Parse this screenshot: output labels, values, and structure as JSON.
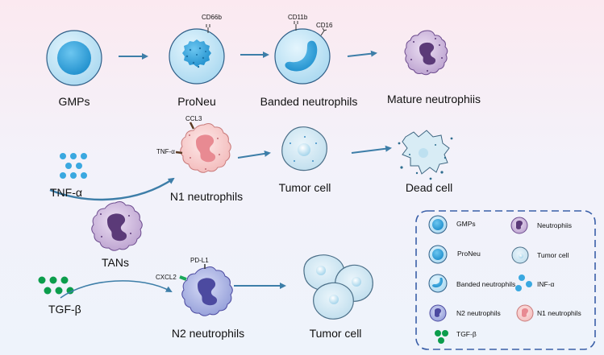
{
  "labels": {
    "gmps": "GMPs",
    "proneu": "ProNeu",
    "banded": "Banded neutrophils",
    "mature": "Mature neutrophiis",
    "cd66b": "CD66b",
    "cd11b": "CD11b",
    "cd16": "CD16",
    "ccl3": "CCL3",
    "tnf_marker": "TNF-α",
    "tnf_alpha": "TNF-α",
    "n1": "N1 neutrophils",
    "tumor_cell_1": "Tumor cell",
    "dead_cell": "Dead cell",
    "tans": "TANs",
    "pdl1": "PD-L1",
    "cxcl2": "CXCL2",
    "tgf_beta": "TGF-β",
    "n2": "N2 neutrophils",
    "tumor_cell_2": "Tumor cell"
  },
  "legend": {
    "items": [
      {
        "label": "GMPs"
      },
      {
        "label": "Neutrophiis"
      },
      {
        "label": "ProNeu"
      },
      {
        "label": "Tumor cell"
      },
      {
        "label": "Banded neutrophils"
      },
      {
        "label": "INF-α"
      },
      {
        "label": "N2 neutrophils"
      },
      {
        "label": "N1 neutrophils"
      },
      {
        "label": "TGF-β"
      }
    ]
  },
  "colors": {
    "cell_blue": "#bfe3f5",
    "nucleus_blue": "#2ea3dc",
    "mature_purple": "#cdb4dc",
    "nucleus_purple": "#5b3a78",
    "n1_pink": "#f8cfcf",
    "n1_nucleus": "#e88a92",
    "n2_blue": "#a9b3e4",
    "n2_nucleus": "#4c4aa0",
    "tnf_dots": "#3aa8e0",
    "tgf_dots": "#0c9d4c",
    "arrow": "#3d7ea8",
    "legend_border": "#3a5fa8"
  }
}
